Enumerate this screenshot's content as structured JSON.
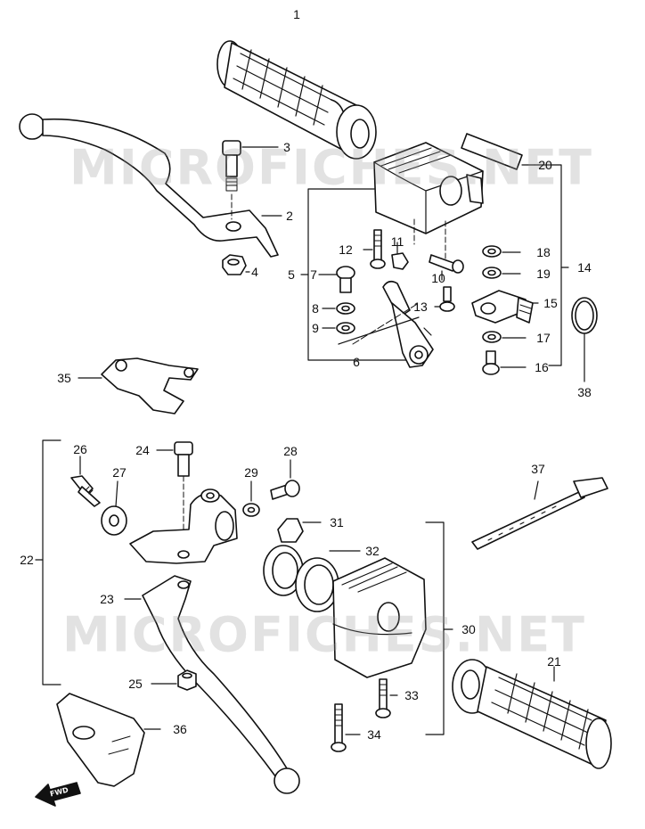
{
  "watermark": "MICROFICHES.NET",
  "fwd_label": "FWD",
  "callouts": [
    "1",
    "2",
    "3",
    "4",
    "5",
    "6",
    "7",
    "8",
    "9",
    "10",
    "11",
    "12",
    "13",
    "14",
    "15",
    "16",
    "17",
    "18",
    "19",
    "20",
    "21",
    "22",
    "23",
    "24",
    "25",
    "26",
    "27",
    "28",
    "29",
    "30",
    "31",
    "32",
    "33",
    "34",
    "35",
    "36",
    "37",
    "38"
  ],
  "colors": {
    "ink": "#111111",
    "watermark": "#9a9a9a"
  }
}
